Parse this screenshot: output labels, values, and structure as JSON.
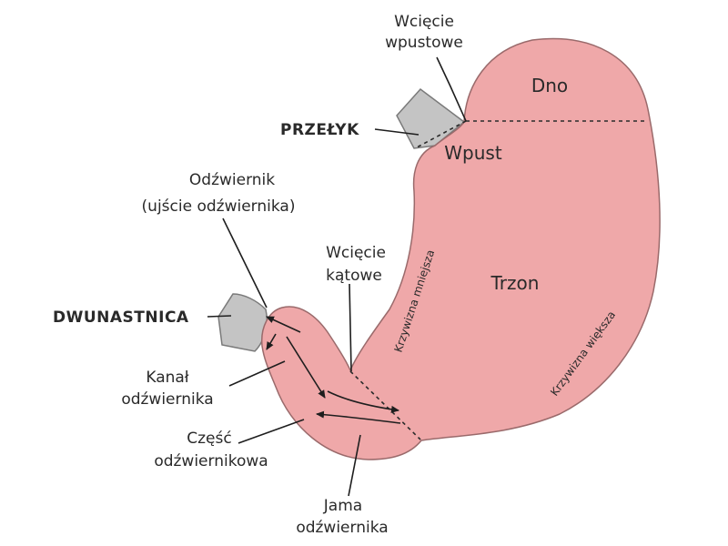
{
  "labels": {
    "wciecie_wpustowe": [
      "Wcięcie",
      "wpustowe"
    ],
    "dno": "Dno",
    "przelyk": "PRZEŁYK",
    "wpust": "Wpust",
    "odzwiernik": [
      "Odźwiernik",
      "(ujście odźwiernika)"
    ],
    "wciecie_katowe": [
      "Wcięcie",
      "kątowe"
    ],
    "trzon": "Trzon",
    "dwunastnica": "DWUNASTNICA",
    "kanal": [
      "Kanał",
      "odźwiernika"
    ],
    "czesc": [
      "Część",
      "odźwiernikowa"
    ],
    "jama": [
      "Jama",
      "odźwiernika"
    ],
    "krzywizna_mniejsza": "Krzywizna mniejsza",
    "krzywizna_wieksza": "Krzywizna większa"
  },
  "colors": {
    "stomach_fill": "#efa8a9",
    "stomach_stroke": "#9a6a6b",
    "gray_fill": "#c4c4c4",
    "gray_stroke": "#7a7a7a",
    "ink": "#1e1e1e"
  }
}
